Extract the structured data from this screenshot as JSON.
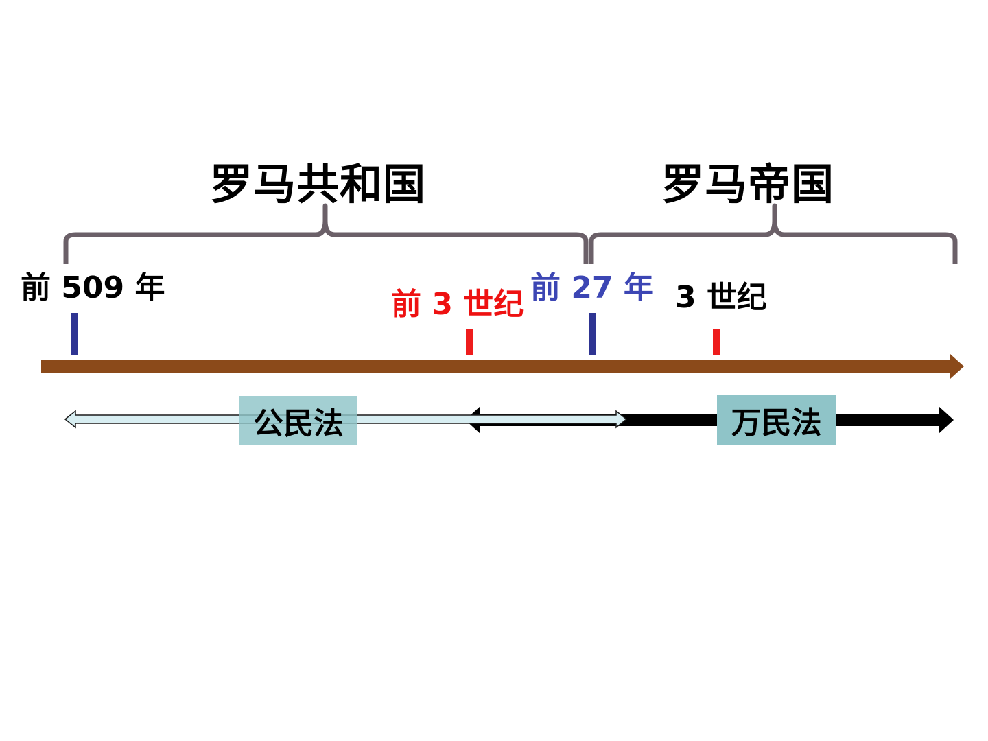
{
  "periods": {
    "republic": "罗马共和国",
    "empire": "罗马帝国"
  },
  "dates": {
    "d509bc": "前 509 年",
    "d3cbc": "前 3 世纪",
    "d27bc": "前 27 年",
    "d3c": "3 世纪"
  },
  "laws": {
    "civil": "公民法",
    "gentium": "万民法"
  },
  "colors": {
    "timeline": "#8b4a1a",
    "bracket": "#6b6068",
    "blue_marker": "#2e3492",
    "red_marker": "#ee1c1c",
    "blue_text": "#3c46b4",
    "red_text": "#ee1111",
    "law_box": "#8fc4c8",
    "light_arrow": "#d8eef2"
  }
}
